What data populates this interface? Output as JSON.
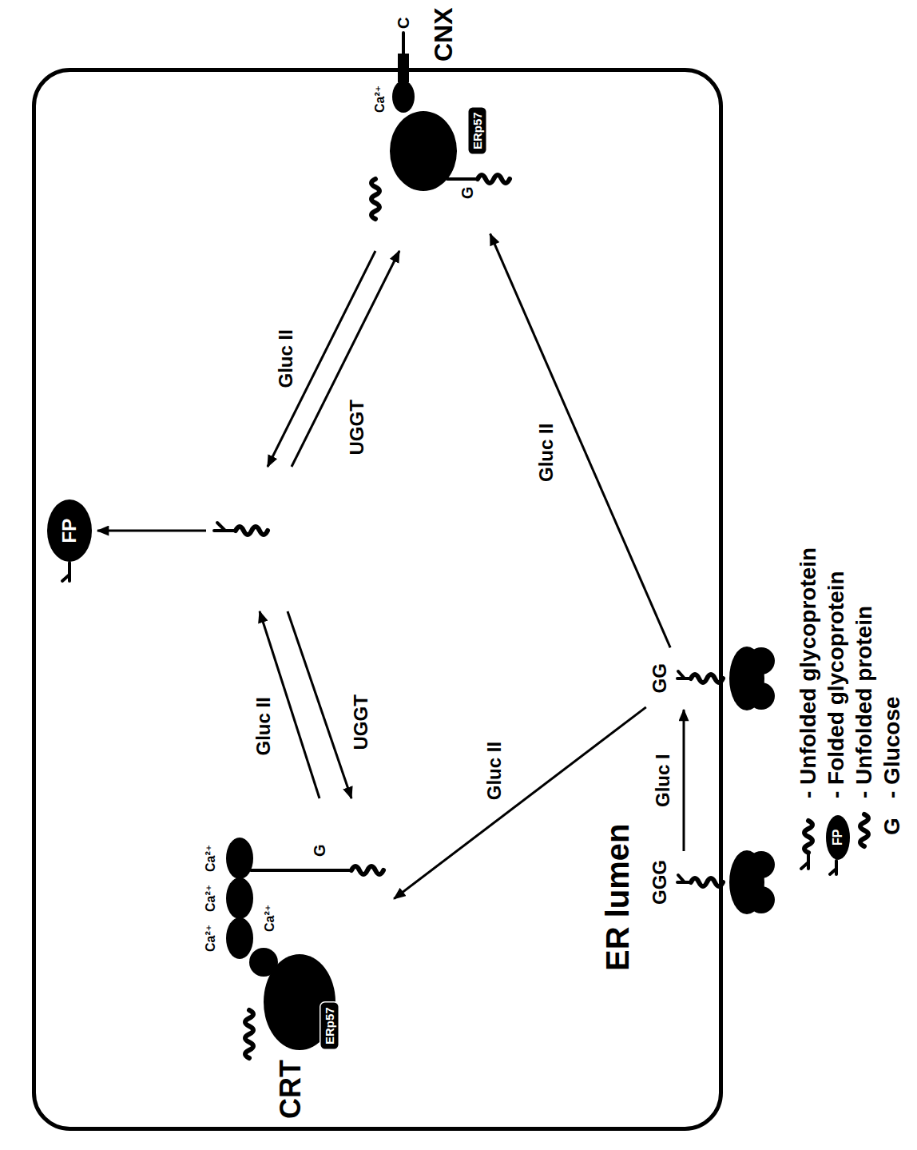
{
  "diagram": {
    "nodes": [
      {
        "text": [
          "ER lumen"
        ]
      },
      {
        "text": [
          "CRT"
        ],
        "in": 0
      },
      {
        "text": [
          "ERp57"
        ],
        "in": 1
      },
      {
        "text": [
          "CNX"
        ]
      },
      {
        "text": [
          "ERp57"
        ],
        "in": 3
      },
      {
        "text": [
          "FP"
        ],
        "in": 0
      },
      {
        "text": [
          "GGG"
        ],
        "in": 0
      },
      {
        "text": [
          "GG"
        ],
        "in": 0
      },
      {
        "text": [
          "FP"
        ]
      }
    ],
    "edges": [
      {
        "from": 6,
        "to": 7,
        "arrow": "to",
        "label": "Gluc I"
      },
      {
        "from": 7,
        "to": 1,
        "arrow": "to",
        "label": "Gluc II"
      },
      {
        "from": 7,
        "to": 3,
        "arrow": "to",
        "label": "Gluc II"
      }
    ],
    "labels": [
      "Ca²⁺",
      "Ca²⁺",
      "Ca²⁺",
      "Ca²⁺",
      "G",
      "Gluc II",
      "UGGT",
      "Gluc II",
      "UGGT",
      "Ca²⁺",
      "G",
      "C",
      "G"
    ],
    "legend": [
      {
        "text": "- Unfolded glycoprotein"
      },
      {
        "text": "- Folded glycoprotein"
      },
      {
        "text": "- Unfolded protein"
      },
      {
        "text": "- Glucose"
      }
    ]
  }
}
